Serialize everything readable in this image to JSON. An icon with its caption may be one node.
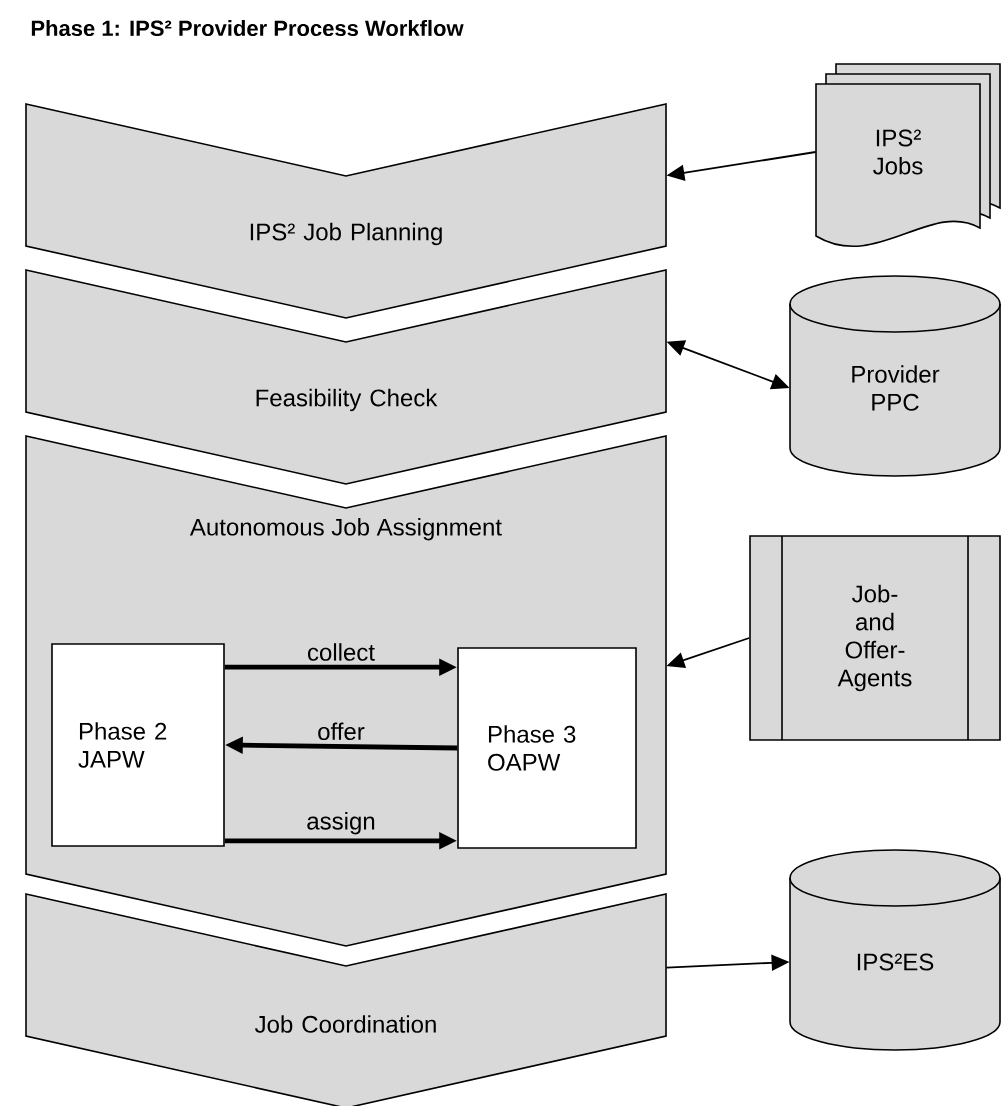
{
  "diagram": {
    "title": "Phase 1: IPS² Provider Process Workflow",
    "nodes": [
      {
        "text": [
          "IPS² Job Planning"
        ]
      },
      {
        "text": [
          "Feasibility Check"
        ]
      },
      {
        "text": [
          "Autonomous Job Assignment"
        ]
      },
      {
        "text": [
          "Phase 2 JAPW"
        ],
        "in": 2
      },
      {
        "text": [
          "Phase 3 OAPW"
        ],
        "in": 2
      },
      {
        "text": [
          "Job Coordination"
        ]
      },
      {
        "text": [
          "IPS² Jobs"
        ]
      },
      {
        "text": [
          "Provider PPC"
        ]
      },
      {
        "text": [
          "Job- and Offer- Agents"
        ]
      },
      {
        "text": [
          "IPS²ES"
        ]
      }
    ],
    "edges": [
      {
        "from": 6,
        "to": 0,
        "arrow": "to"
      },
      {
        "from": 7,
        "to": 1,
        "arrow": "both"
      },
      {
        "from": 3,
        "to": 4,
        "arrow": "to",
        "label": "collect",
        "style": "thick"
      },
      {
        "from": 4,
        "to": 3,
        "arrow": "to",
        "label": "offer",
        "style": "thick"
      },
      {
        "from": 3,
        "to": 4,
        "arrow": "to",
        "label": "assign",
        "style": "thick"
      },
      {
        "from": 8,
        "to": 2,
        "arrow": "to"
      },
      {
        "from": 5,
        "to": 9,
        "arrow": "to"
      }
    ]
  }
}
